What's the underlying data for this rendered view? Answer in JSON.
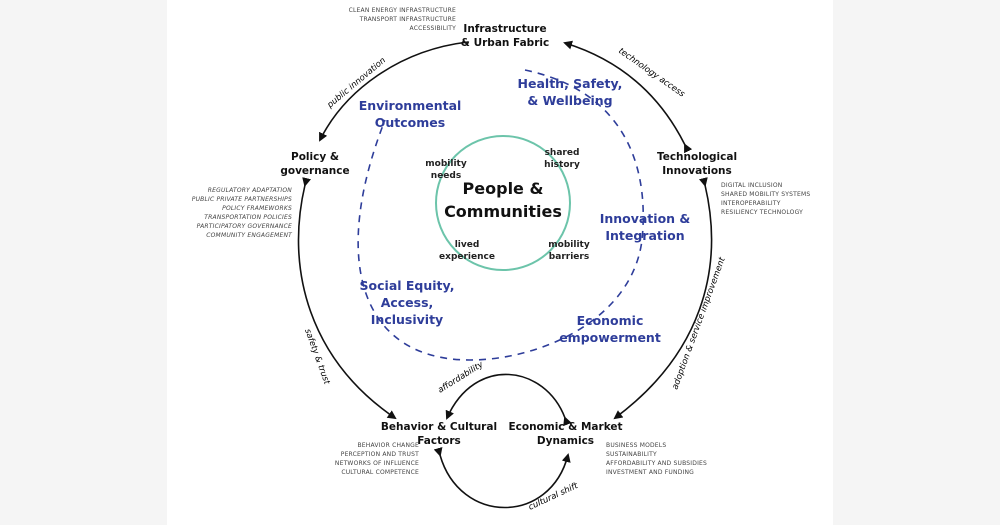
{
  "diagram": {
    "core": {
      "title": "People & Communities",
      "lines": [
        "People &",
        "Communities"
      ]
    },
    "facets": [
      "mobility needs",
      "shared history",
      "lived experience",
      "mobility barriers"
    ],
    "themes": {
      "environmental": [
        "Environmental",
        "Outcomes"
      ],
      "health": [
        "Health, Safety,",
        "& Wellbeing"
      ],
      "innovation": [
        "Innovation &",
        "Integration"
      ],
      "economic": [
        "Economic",
        "empowerment"
      ],
      "equity": [
        "Social Equity,",
        "Access,",
        "Inclusivity"
      ]
    },
    "nodes": {
      "infrastructure": {
        "title": [
          "Infrastructure",
          "& Urban Fabric"
        ],
        "details": [
          "CLEAN ENERGY INFRASTRUCTURE",
          "TRANSPORT INFRASTRUCTURE",
          "ACCESSIBILITY"
        ]
      },
      "technology": {
        "title": [
          "Technological",
          "Innovations"
        ],
        "details": [
          "DIGITAL INCLUSION",
          "SHARED MOBILITY SYSTEMS",
          "INTEROPERABILITY",
          "RESILIENCY TECHNOLOGY"
        ]
      },
      "policy": {
        "title": [
          "Policy &",
          "governance"
        ],
        "details": [
          "REGULATORY ADAPTATION",
          "PUBLIC PRIVATE PARTNERSHIPS",
          "POLICY FRAMEWORKS",
          "TRANSPORTATION POLICIES",
          "PARTICIPATORY GOVERNANCE",
          "COMMUNITY ENGAGEMENT"
        ]
      },
      "behavior": {
        "title": [
          "Behavior & Cultural",
          "Factors"
        ],
        "details": [
          "BEHAVIOR CHANGE",
          "PERCEPTION AND TRUST",
          "NETWORKS OF INFLUENCE",
          "CULTURAL COMPETENCE"
        ]
      },
      "economic_market": {
        "title": [
          "Economic & Market",
          "Dynamics"
        ],
        "details": [
          "BUSINESS MODELS",
          "SUSTAINABILITY",
          "AFFORDABILITY AND SUBSIDIES",
          "INVESTMENT AND FUNDING"
        ]
      }
    },
    "links": {
      "public_innovation": "public innovation",
      "technology_access": "technology access",
      "adoption": "adoption & service improvement",
      "safety_trust": "safety & trust",
      "affordability": "affordability",
      "cultural_shift": "cultural shift"
    },
    "colors": {
      "theme": "#2e3d9a",
      "ring": "#6cc4aa",
      "arrow": "#111111",
      "dashed": "#2e3d9a"
    }
  }
}
